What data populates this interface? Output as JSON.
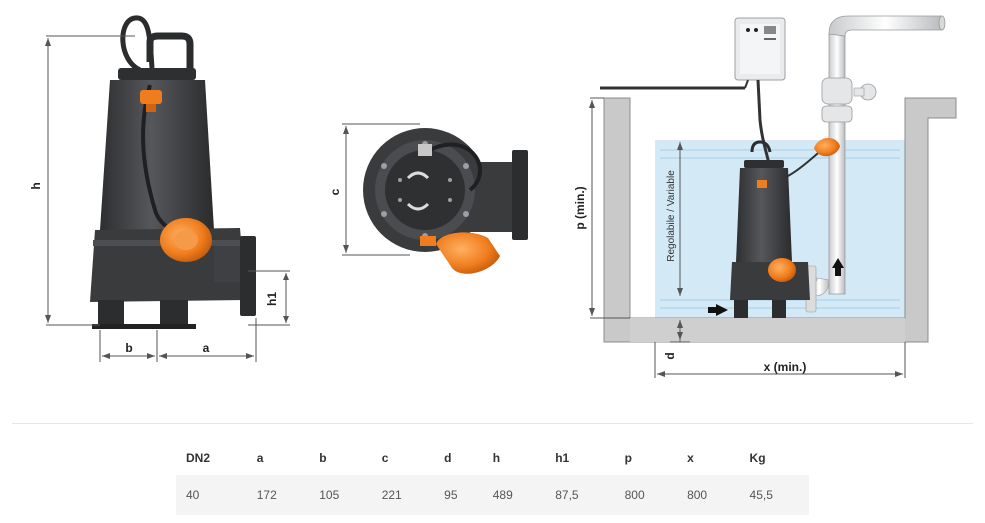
{
  "dimension_labels": {
    "h": "h",
    "h1": "h1",
    "a": "a",
    "b": "b",
    "c": "c",
    "d": "d",
    "p": "p  (min.)",
    "x": "x (min.)",
    "variable": "Regolabile / Variable"
  },
  "table": {
    "headers": [
      "DN2",
      "a",
      "b",
      "c",
      "d",
      "h",
      "h1",
      "p",
      "x",
      "Kg"
    ],
    "rows": [
      [
        "40",
        "172",
        "105",
        "221",
        "95",
        "489",
        "87,5",
        "800",
        "800",
        "45,5"
      ]
    ]
  },
  "colors": {
    "pump_body": "#3a3b3d",
    "float": "#f07d1d",
    "water": "#d3e9f6",
    "wall": "#c9c9c9"
  }
}
